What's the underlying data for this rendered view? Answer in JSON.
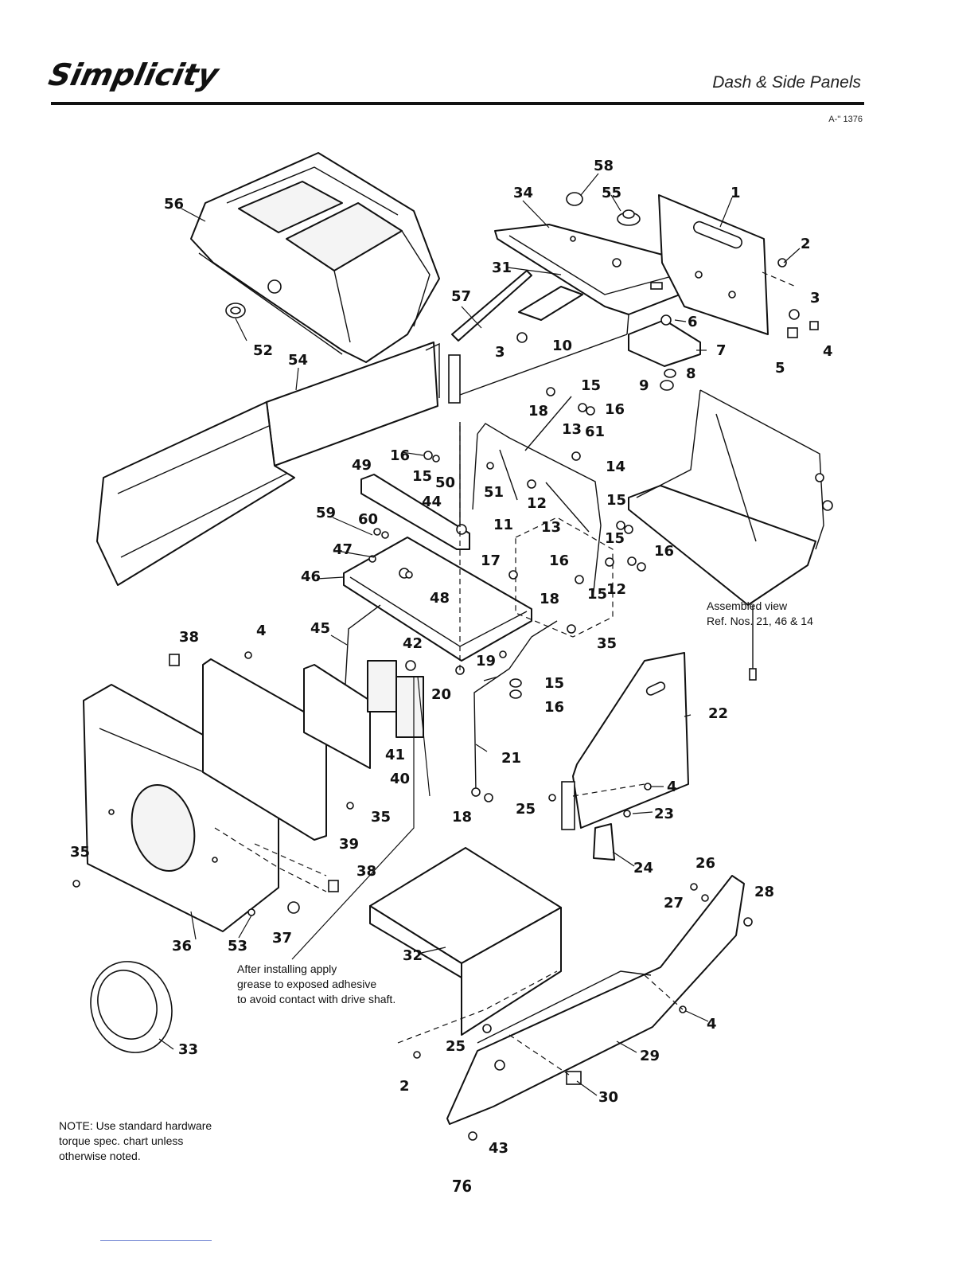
{
  "header": {
    "brand": "Simplicity",
    "section_title": "Dash & Side Panels",
    "doc_ref": "A-'' 1376"
  },
  "notes": {
    "hardware_note": [
      "NOTE: Use standard hardware",
      "torque spec. chart unless",
      "otherwise noted."
    ],
    "grease_note": [
      "After installing apply",
      "grease to exposed adhesive",
      "to avoid contact with drive shaft."
    ],
    "assembled_view": [
      "Assembled view",
      "Ref. Nos. 21, 46 & 14"
    ]
  },
  "callouts": [
    {
      "label": "58"
    },
    {
      "label": "34"
    },
    {
      "label": "55"
    },
    {
      "label": "1"
    },
    {
      "label": "56"
    },
    {
      "label": "2"
    },
    {
      "label": "31"
    },
    {
      "label": "3"
    },
    {
      "label": "57"
    },
    {
      "label": "6"
    },
    {
      "label": "4"
    },
    {
      "label": "5"
    },
    {
      "label": "3"
    },
    {
      "label": "10"
    },
    {
      "label": "7"
    },
    {
      "label": "52"
    },
    {
      "label": "54"
    },
    {
      "label": "8"
    },
    {
      "label": "9"
    },
    {
      "label": "15"
    },
    {
      "label": "18"
    },
    {
      "label": "16"
    },
    {
      "label": "13"
    },
    {
      "label": "61"
    },
    {
      "label": "16"
    },
    {
      "label": "15"
    },
    {
      "label": "49"
    },
    {
      "label": "50"
    },
    {
      "label": "14"
    },
    {
      "label": "51"
    },
    {
      "label": "44"
    },
    {
      "label": "12"
    },
    {
      "label": "15"
    },
    {
      "label": "59"
    },
    {
      "label": "60"
    },
    {
      "label": "11"
    },
    {
      "label": "13"
    },
    {
      "label": "15"
    },
    {
      "label": "16"
    },
    {
      "label": "47"
    },
    {
      "label": "17"
    },
    {
      "label": "16"
    },
    {
      "label": "12"
    },
    {
      "label": "46"
    },
    {
      "label": "48"
    },
    {
      "label": "15"
    },
    {
      "label": "18"
    },
    {
      "label": "45"
    },
    {
      "label": "38"
    },
    {
      "label": "4"
    },
    {
      "label": "42"
    },
    {
      "label": "35"
    },
    {
      "label": "19"
    },
    {
      "label": "15"
    },
    {
      "label": "20"
    },
    {
      "label": "16"
    },
    {
      "label": "22"
    },
    {
      "label": "41"
    },
    {
      "label": "40"
    },
    {
      "label": "21"
    },
    {
      "label": "4"
    },
    {
      "label": "35"
    },
    {
      "label": "18"
    },
    {
      "label": "25"
    },
    {
      "label": "23"
    },
    {
      "label": "39"
    },
    {
      "label": "35"
    },
    {
      "label": "24"
    },
    {
      "label": "38"
    },
    {
      "label": "26"
    },
    {
      "label": "28"
    },
    {
      "label": "27"
    },
    {
      "label": "36"
    },
    {
      "label": "53"
    },
    {
      "label": "37"
    },
    {
      "label": "32"
    },
    {
      "label": "4"
    },
    {
      "label": "25"
    },
    {
      "label": "29"
    },
    {
      "label": "33"
    },
    {
      "label": "2"
    },
    {
      "label": "30"
    },
    {
      "label": "43"
    }
  ],
  "page_number": "76"
}
